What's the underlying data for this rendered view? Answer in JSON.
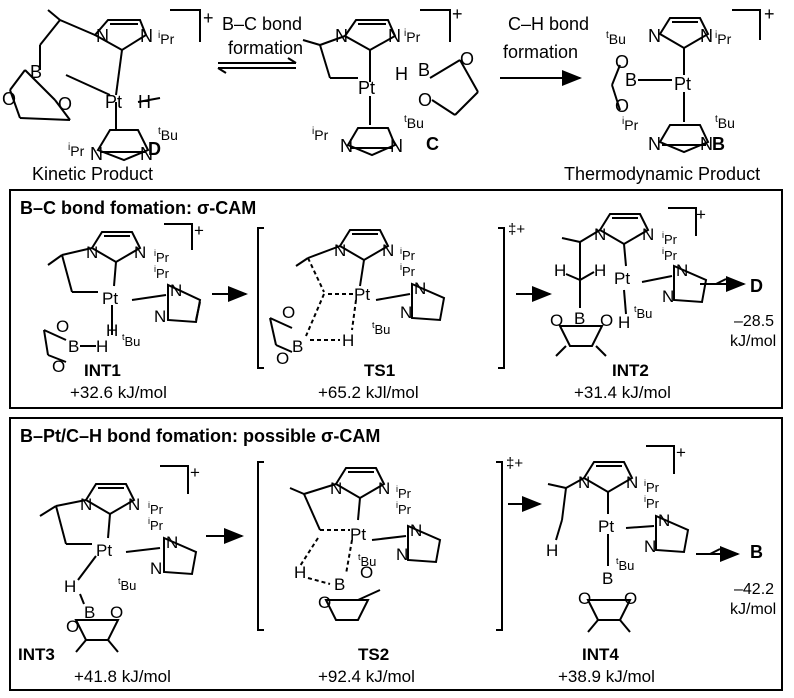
{
  "top": {
    "D": {
      "label": "D",
      "caption": "Kinetic Product"
    },
    "C": {
      "label": "C"
    },
    "B": {
      "label": "B",
      "caption": "Thermodynamic Product"
    },
    "arrow1": {
      "line1": "B–C bond",
      "line2": "formation"
    },
    "arrow2": {
      "line1": "C–H bond",
      "line2": "formation"
    }
  },
  "box1": {
    "title": "B–C bond fomation: σ-CAM",
    "int1": {
      "name": "INT1",
      "energy": "+32.6 kJ/mol"
    },
    "ts1": {
      "name": "TS1",
      "energy": "+65.2 kJl/mol"
    },
    "int2": {
      "name": "INT2",
      "energy": "+31.4 kJ/mol"
    },
    "product": {
      "label": "D",
      "energy_value": "–28.5",
      "energy_unit": "kJ/mol"
    }
  },
  "box2": {
    "title": "B–Pt/C–H bond fomation: possible σ-CAM",
    "int3": {
      "name": "INT3",
      "energy": "+41.8 kJ/mol"
    },
    "ts2": {
      "name": "TS2",
      "energy": "+92.4 kJ/mol"
    },
    "int4": {
      "name": "INT4",
      "energy": "+38.9 kJ/mol"
    },
    "product": {
      "label": "B",
      "energy_value": "–42.2",
      "energy_unit": "kJ/mol"
    }
  },
  "atoms": {
    "N": "N",
    "Pt": "Pt",
    "H": "H",
    "B": "B",
    "O": "O",
    "iPr_sup": "i",
    "iPr": "Pr",
    "tBu_sup": "t",
    "tBu": "Bu",
    "plus": "+",
    "ddagger_plus": "‡+"
  }
}
